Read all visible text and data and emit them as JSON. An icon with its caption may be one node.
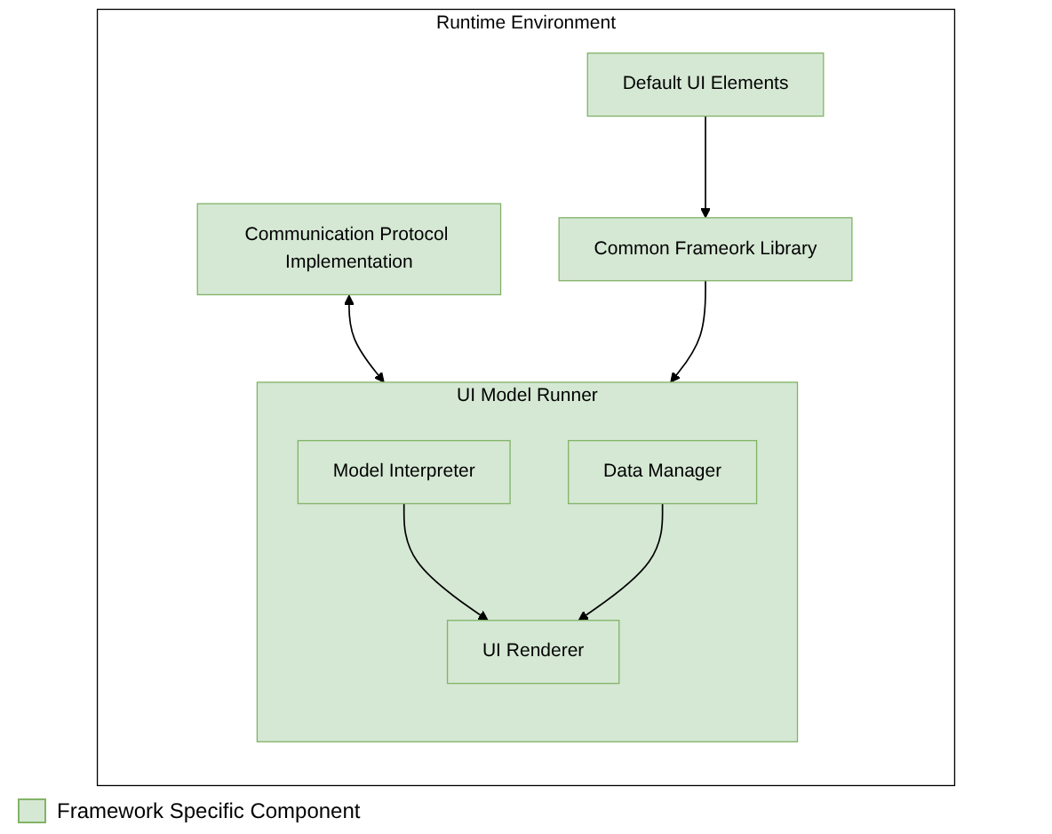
{
  "diagram": {
    "nodes": [
      {
        "text": [
          "Runtime Environment"
        ]
      },
      {
        "text": [
          "Communication Protocol Implementation"
        ],
        "in": 0
      },
      {
        "text": [
          "UI Model Runner"
        ],
        "in": 0
      },
      {
        "text": [
          "Common Frameork Library"
        ],
        "in": 0
      },
      {
        "text": [
          "Model Interpreter"
        ],
        "in": 2
      },
      {
        "text": [
          "Data Manager"
        ],
        "in": 2
      },
      {
        "text": [
          "UI Renderer"
        ],
        "in": 2
      },
      {
        "text": [
          "Default UI Elements"
        ],
        "in": 0
      }
    ],
    "edges": [
      {
        "from": 1,
        "to": 2,
        "arrow": "both"
      },
      {
        "from": 3,
        "to": 2,
        "arrow": "to"
      },
      {
        "from": 7,
        "to": 3,
        "arrow": "to"
      },
      {
        "from": 4,
        "to": 6,
        "arrow": "to"
      },
      {
        "from": 5,
        "to": 6,
        "arrow": "to"
      }
    ],
    "legend": [
      {
        "text": "Framework Specific Component",
        "color": "#d5e8d4"
      }
    ]
  }
}
